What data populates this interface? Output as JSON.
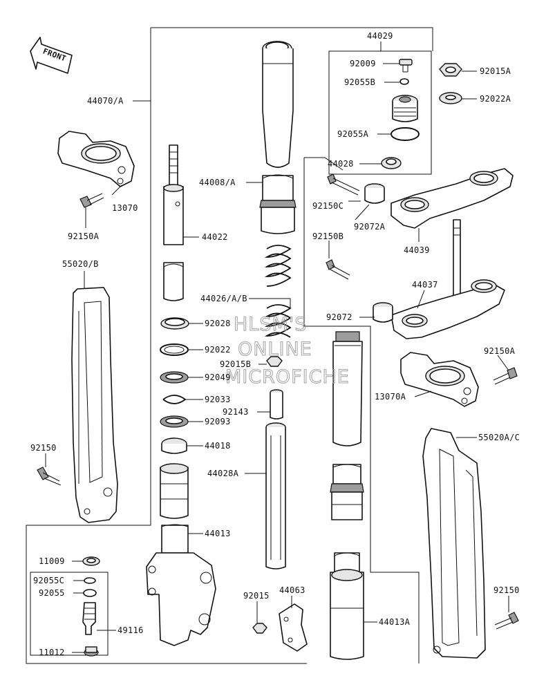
{
  "front_arrow": {
    "label": "FRONT"
  },
  "watermark": {
    "line1": "HLSM'S",
    "line2": "ONLINE",
    "line3": "MICROFICHE"
  },
  "labels": {
    "p44029": "44029",
    "p92009": "92009",
    "p92055B": "92055B",
    "p92055A": "92055A",
    "p44028": "44028",
    "p92015A": "92015A",
    "p92022A": "92022A",
    "p44070A": "44070/A",
    "p13070": "13070",
    "p92150A_left": "92150A",
    "p44008A": "44008/A",
    "p92150C": "92150C",
    "p92072A": "92072A",
    "p44039": "44039",
    "p44022": "44022",
    "p92150B": "92150B",
    "p55020B": "55020/B",
    "p44026AB": "44026/A/B",
    "p44037": "44037",
    "p92072": "92072",
    "p92028": "92028",
    "p92022": "92022",
    "p92015B": "92015B",
    "p92049": "92049",
    "p92150A_right": "92150A",
    "p13070A": "13070A",
    "p92033": "92033",
    "p92143": "92143",
    "p92093": "92093",
    "p44018": "44018",
    "p55020AC": "55020A/C",
    "p92150_left": "92150",
    "p44028A": "44028A",
    "p44013": "44013",
    "p11009": "11009",
    "p92055C": "92055C",
    "p92055": "92055",
    "p92015": "92015",
    "p44063": "44063",
    "p92150_right": "92150",
    "p44013A": "44013A",
    "p49116": "49116",
    "p11012": "11012"
  }
}
